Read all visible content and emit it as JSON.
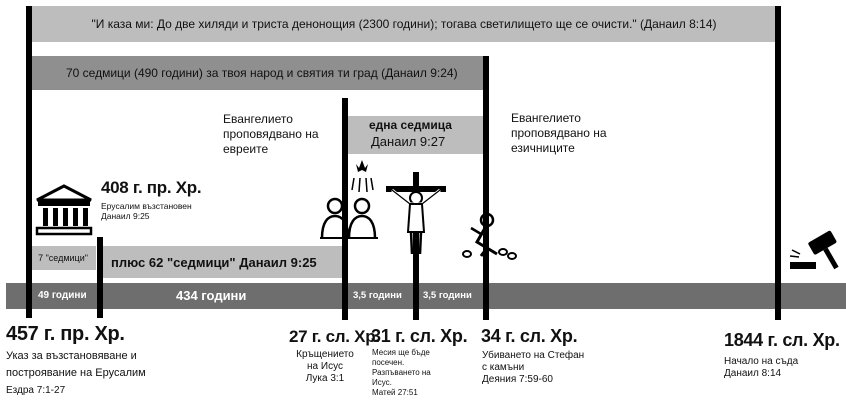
{
  "bands": {
    "top_quote": "\"И каза ми: До две хиляди и триста денонощия (2300 години); тогава светилището ще се очисти.\" (Данаил 8:14)",
    "seventy_weeks": "70 седмици (490 години) за твоя народ и святия ти град (Данаил 9:24)",
    "one_week_title": "една седмица",
    "one_week_ref": "Данаил 9:27",
    "seven_weeks": "7 \"седмици\"",
    "plus_62": "плюс 62 \"седмици\" Данаил 9:25",
    "years_49": "49 години",
    "years_434": "434 години",
    "years_35_a": "3,5 години",
    "years_35_b": "3,5 години"
  },
  "labels": {
    "gospel_jews": "Евангелието\nпроповядвано на\nевреите",
    "gospel_gentiles": "Евангелието\nпроповядвано на\nезичниците",
    "jerusalem_year": "408 г. пр. Хр.",
    "jerusalem_desc": "Ерусалим възстановен\nДанаил 9:25"
  },
  "timeline": [
    {
      "year": "457 г. пр. Хр.",
      "desc": "Указ за възстановяване и\nпостроявание на Ерусалим",
      "ref": "Ездра 7:1-27"
    },
    {
      "year": "27 г. сл. Хр.",
      "desc": "Кръщението\nна Исус\nЛука 3:1"
    },
    {
      "year": "31 г. сл. Хр.",
      "desc": "Месия ще бъде\nпосечен.\nРазпъването на\nИсус.\nМатей 27:51"
    },
    {
      "year": "34 г. сл. Хр.",
      "desc": "Убиването на Стефан\nс камъни\nДеяния 7:59-60"
    },
    {
      "year": "1844 г. сл. Хр.",
      "desc": "Начало на съда\nДанаил 8:14"
    }
  ],
  "icons": [
    "temple-icon",
    "baptism-icon",
    "dove-icon",
    "crucifixion-icon",
    "stoning-icon",
    "gavel-icon"
  ],
  "colors": {
    "band_light": "#bdbdbd",
    "band_mid": "#8f8f8f",
    "band_dark": "#6e6e6e",
    "line": "#000000"
  }
}
